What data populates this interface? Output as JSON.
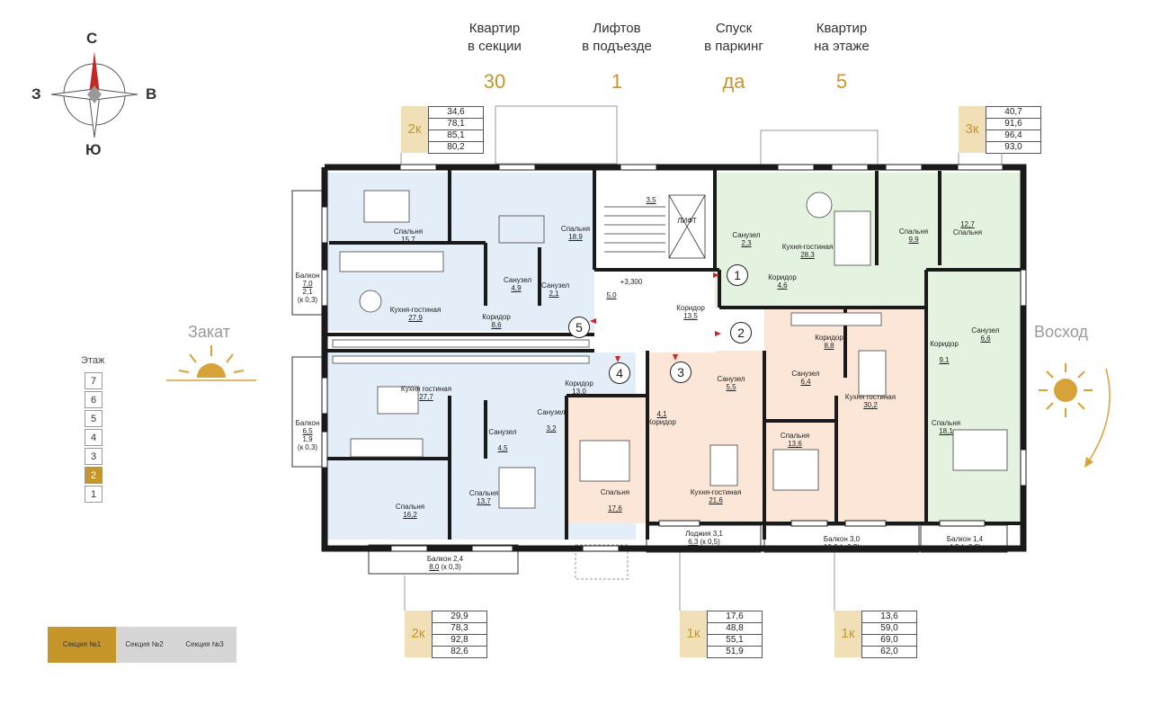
{
  "stats": [
    {
      "label_line1": "Квартир",
      "label_line2": "в секции",
      "value": "30"
    },
    {
      "label_line1": "Лифтов",
      "label_line2": "в подъезде",
      "value": "1"
    },
    {
      "label_line1": "Спуск",
      "label_line2": "в паркинг",
      "value": "да"
    },
    {
      "label_line1": "Квартир",
      "label_line2": "на этаже",
      "value": "5"
    }
  ],
  "compass": {
    "north": "С",
    "south": "Ю",
    "west": "З",
    "east": "В"
  },
  "sunset_label": "Закат",
  "sunrise_label": "Восход",
  "floors": {
    "title": "Этаж",
    "levels": [
      "7",
      "6",
      "5",
      "4",
      "3",
      "2",
      "1"
    ],
    "active": "2"
  },
  "apartments": [
    {
      "type": "2к",
      "values": [
        "34,6",
        "78,1",
        "85,1",
        "80,2"
      ]
    },
    {
      "type": "3к",
      "values": [
        "40,7",
        "91,6",
        "96,4",
        "93,0"
      ]
    },
    {
      "type": "2к",
      "values": [
        "29,9",
        "78,3",
        "92,8",
        "82,6"
      ]
    },
    {
      "type": "1к",
      "values": [
        "17,6",
        "48,8",
        "55,1",
        "51,9"
      ]
    },
    {
      "type": "1к",
      "values": [
        "13,6",
        "59,0",
        "69,0",
        "62,0"
      ]
    }
  ],
  "sections": [
    "Секция №1",
    "Секция №2",
    "Секция №3"
  ],
  "colors": {
    "accent": "#c7962b",
    "apt_blue": "#e3eef8",
    "apt_green": "#e4f3df",
    "apt_peach": "#fbe6d8",
    "wall": "#1a1a1a"
  },
  "rooms": [
    {
      "name": "Спальня",
      "area": "15,7"
    },
    {
      "name": "Спальня",
      "area": "18,9"
    },
    {
      "name": "Балкон",
      "area": "7,0",
      "extra": "2,1",
      "coef": "(к 0,3)"
    },
    {
      "name": "Кухня-гостиная",
      "area": "27,9"
    },
    {
      "name": "Санузел",
      "area": "4,9"
    },
    {
      "name": "Санузел",
      "area": "2,1"
    },
    {
      "name": "Коридор",
      "area": "8,6"
    },
    {
      "name": "",
      "area": "3,5"
    },
    {
      "name": "ЛИФТ",
      "area": ""
    },
    {
      "name": "+3,300",
      "area": ""
    },
    {
      "name": "",
      "area": "5,0"
    },
    {
      "name": "Коридор",
      "area": "13,5"
    },
    {
      "name": "Санузел",
      "area": "2,3"
    },
    {
      "name": "Кухня-гостиная",
      "area": "28,3"
    },
    {
      "name": "Коридор",
      "area": "4,6"
    },
    {
      "name": "Спальня",
      "area": "9,9"
    },
    {
      "name": "Спальня",
      "area": "12,7"
    },
    {
      "name": "Коридор",
      "area": "8,8"
    },
    {
      "name": "Санузел",
      "area": "6,6"
    },
    {
      "name": "Коридор",
      "area": "9,1"
    },
    {
      "name": "Санузел",
      "area": "6,4"
    },
    {
      "name": "Кухня гостиная",
      "area": "30,2"
    },
    {
      "name": "Санузел",
      "area": "5,5"
    },
    {
      "name": "Спальня",
      "area": "18,1"
    },
    {
      "name": "Кухня гостиная",
      "area": "27,7"
    },
    {
      "name": "Коридор",
      "area": "13,0"
    },
    {
      "name": "Санузел",
      "area": "3,2"
    },
    {
      "name": "Балкон",
      "area": "6,5",
      "extra": "1,9",
      "coef": "(к 0,3)"
    },
    {
      "name": "Санузел",
      "area": "4,5"
    },
    {
      "name": "Спальня",
      "area": "16,2"
    },
    {
      "name": "Спальня",
      "area": "13,7"
    },
    {
      "name": "Спальня",
      "area": "17,6"
    },
    {
      "name": "Коридор",
      "area": "4,1"
    },
    {
      "name": "Кухня-гостиная",
      "area": "21,6"
    },
    {
      "name": "Спальня",
      "area": "13,6"
    },
    {
      "name": "Балкон",
      "area": "8,0",
      "extra": "2,4",
      "coef": "(к 0,3)"
    },
    {
      "name": "Лоджия",
      "area": "6,3",
      "extra": "3,1",
      "coef": "(к 0,5)"
    },
    {
      "name": "Балкон",
      "area": "10,0",
      "extra": "3,0",
      "coef": "(к 0,3)"
    },
    {
      "name": "Балкон",
      "area": "4,8",
      "extra": "1,4",
      "coef": "(к 0,3)"
    }
  ],
  "entrances": [
    "1",
    "2",
    "3",
    "4",
    "5"
  ]
}
